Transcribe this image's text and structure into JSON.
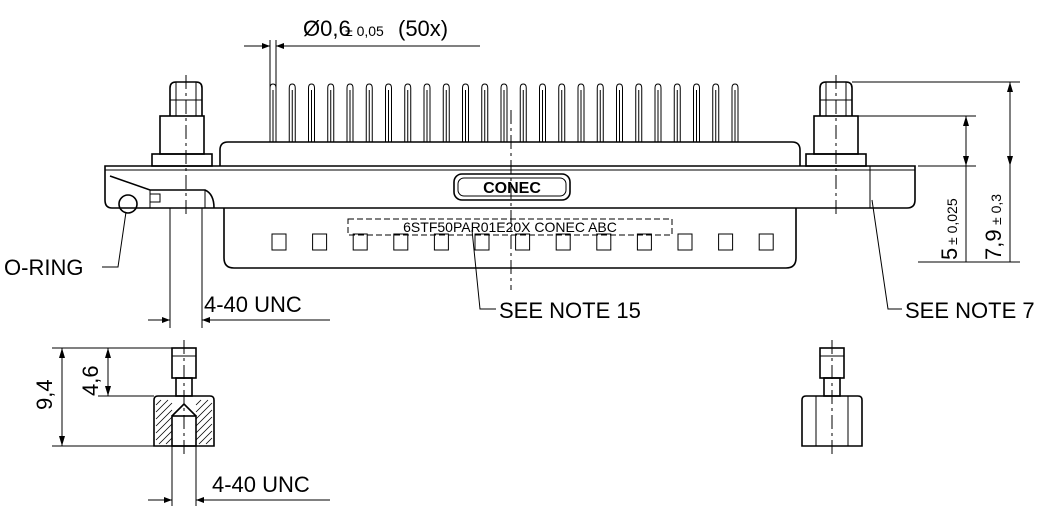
{
  "labels": {
    "pin_dia_main": "Ø0,6",
    "pin_dia_tol": "± 0,05",
    "pin_count": "(50x)",
    "oring": "O-RING",
    "thread_top": "4-40 UNC",
    "thread_bottom": "4-40 UNC",
    "see_note_15": "SEE NOTE 15",
    "see_note_7": "SEE NOTE 7",
    "part_marking": "6STF50PAR01E20X CONEC ABC",
    "logo_text": "CONEC",
    "dim_5_main": "5",
    "dim_5_tol": "± 0,025",
    "dim_79_main": "7,9",
    "dim_79_tol": "± 0,3",
    "dim_94": "9,4",
    "dim_46": "4,6"
  }
}
